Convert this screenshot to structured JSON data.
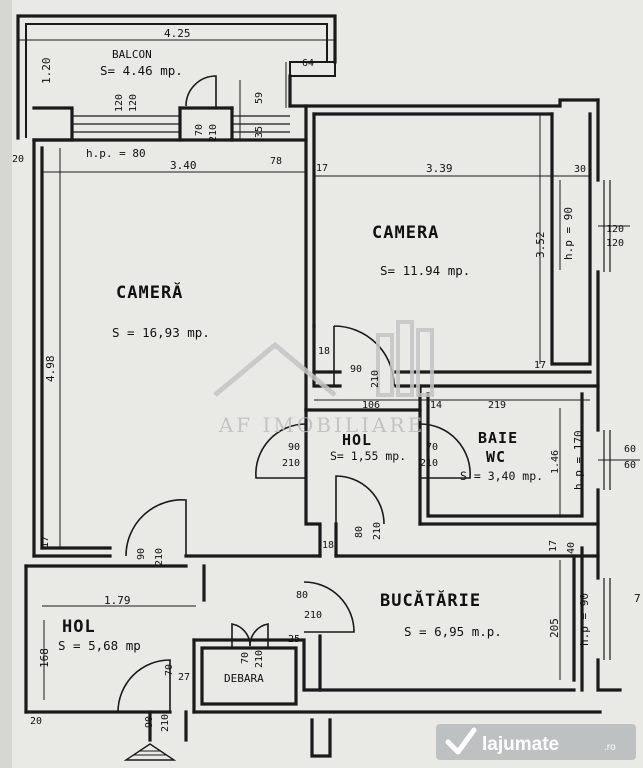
{
  "rooms": {
    "balcon": {
      "name": "BALCON",
      "area": "S= 4.46 mp."
    },
    "camera_large": {
      "name": "CAMERĂ",
      "area": "S = 16,93 mp."
    },
    "camera_small": {
      "name": "CAMERA",
      "area": "S= 11.94 mp."
    },
    "hol_center": {
      "name": "HOL",
      "area": "S= 1,55 mp."
    },
    "baie": {
      "name": "BAIE",
      "name2": "WC",
      "area": "S = 3,40 mp."
    },
    "bucatarie": {
      "name": "BUCĂTĂRIE",
      "area": "S = 6,95 m.p."
    },
    "hol_entry": {
      "name": "HOL",
      "area": "S = 5,68 mp"
    },
    "debara": {
      "name": "DEBARA"
    }
  },
  "dimensions": {
    "balcon_width": "4.25",
    "balcon_depth": "1.20",
    "d64": "64",
    "d59": "59",
    "d35": "35",
    "d120a": "120",
    "d120b": "120",
    "door_balcon_w": "70",
    "door_balcon_h": "210",
    "hp80": "h.p. = 80",
    "d340": "3.40",
    "d78": "78",
    "d17a": "17",
    "d339": "3.39",
    "d30": "30",
    "d20a": "20",
    "d352": "3.52",
    "hp90a": "h.p = 90",
    "win120a": "120",
    "win120b": "120",
    "d498": "4.98",
    "d18a": "18",
    "door_cam_w": "90",
    "door_cam_h": "210",
    "d17b": "17",
    "d106": "106",
    "d14": "14",
    "d219": "219",
    "door_hol_l_w": "90",
    "door_hol_l_h": "210",
    "door_hol_r_w": "70",
    "door_hol_r_h": "210",
    "d146": "1.46",
    "hp170": "h.p = 170",
    "win60a": "60",
    "win60b": "60",
    "door_buc_w": "80",
    "door_buc_h": "210",
    "d17c": "17",
    "door_camL_w": "90",
    "door_camL_h": "210",
    "d18b": "18",
    "d17d": "17",
    "d40": "40",
    "d179": "1.79",
    "door_hol2_w": "80",
    "door_hol2_h": "210",
    "d205": "205",
    "hp90b": "h.p = 90",
    "d168": "168",
    "d25": "25",
    "door_deb_w": "70",
    "door_deb_h": "210",
    "d70": "70",
    "d27": "27",
    "d20b": "20",
    "door_entry_w": "90",
    "door_entry_h": "210",
    "d7": "7"
  },
  "watermark": "AF IMOBILIARE",
  "logo": {
    "text": "lajumate",
    "suffix": ".ro"
  }
}
